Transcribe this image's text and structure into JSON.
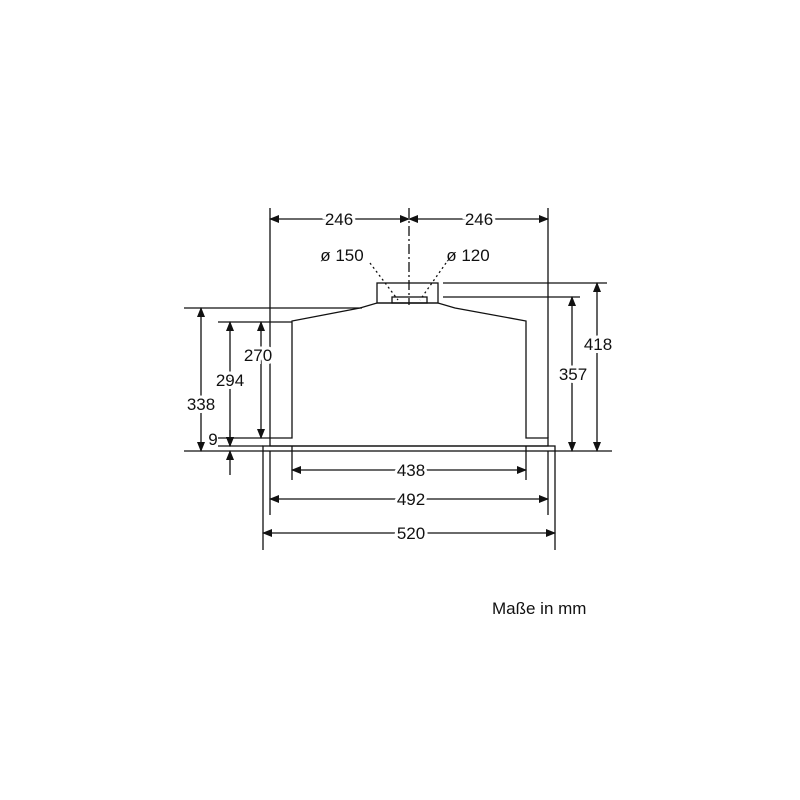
{
  "dimensions": {
    "top_left": "246",
    "top_right": "246",
    "dia_outer": "ø 150",
    "dia_inner": "ø 120",
    "h_total": "418",
    "h_body": "357",
    "h_338": "338",
    "h_294": "294",
    "h_270": "270",
    "h_9": "9",
    "w_438": "438",
    "w_492": "492",
    "w_520": "520"
  },
  "unit_note": "Maße in mm"
}
